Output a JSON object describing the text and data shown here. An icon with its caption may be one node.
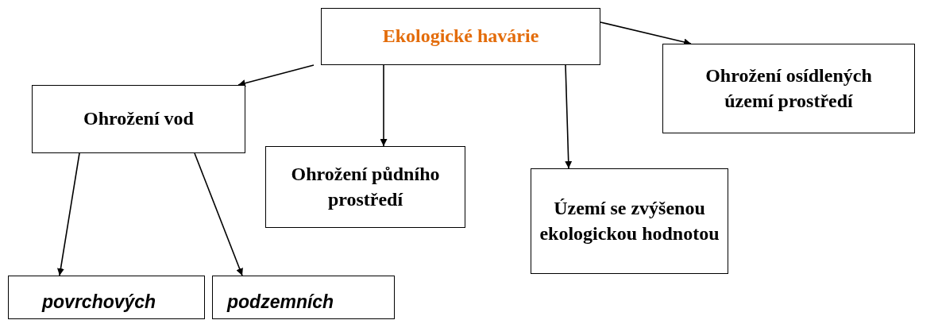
{
  "diagram": {
    "nodes": [
      {
        "text": [
          "Ekologické havárie"
        ]
      },
      {
        "text": [
          "Ohrožení vod"
        ]
      },
      {
        "text": [
          "Ohrožení půdního prostředí"
        ]
      },
      {
        "text": [
          "Území se zvýšenou ekologickou hodnotou"
        ]
      },
      {
        "text": [
          "Ohrožení osídlených území prostředí"
        ]
      },
      {
        "text": [
          "povrchových"
        ]
      },
      {
        "text": [
          "podzemních"
        ]
      }
    ],
    "edges": [
      {
        "from": 0,
        "to": 1,
        "arrow": "to"
      },
      {
        "from": 0,
        "to": 2,
        "arrow": "to"
      },
      {
        "from": 0,
        "to": 3,
        "arrow": "to"
      },
      {
        "from": 0,
        "to": 4,
        "arrow": "to"
      },
      {
        "from": 1,
        "to": 5,
        "arrow": "to"
      },
      {
        "from": 1,
        "to": 6,
        "arrow": "to"
      }
    ]
  }
}
